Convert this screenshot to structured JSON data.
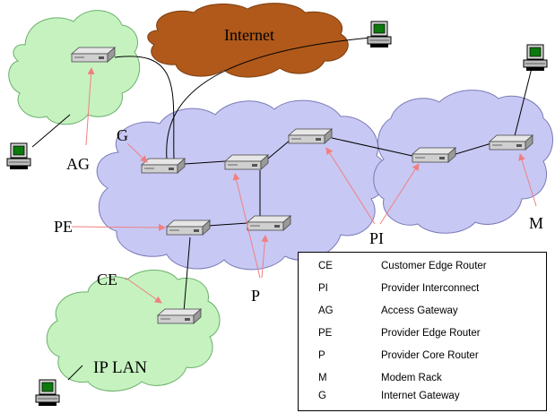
{
  "clouds": {
    "internet": "Internet",
    "ip_lan": "IP LAN"
  },
  "labels": {
    "ag": "AG",
    "g": "G",
    "pe": "PE",
    "ce": "CE",
    "p": "P",
    "pi": "PI",
    "m": "M"
  },
  "legend": {
    "items": [
      {
        "abbr": "CE",
        "desc": "Customer Edge Router"
      },
      {
        "abbr": "PI",
        "desc": "Provider Interconnect"
      },
      {
        "abbr": "AG",
        "desc": "Access Gateway"
      },
      {
        "abbr": "PE",
        "desc": "Provider Edge Router"
      },
      {
        "abbr": "P",
        "desc": "Provider Core Router"
      },
      {
        "abbr": "M",
        "desc": "Modem Rack"
      },
      {
        "abbr": "G",
        "desc": "Internet Gateway"
      }
    ]
  },
  "colors": {
    "internet_cloud": "#b0591a",
    "provider_cloud": "#c8c8f4",
    "access_cloud": "#c6f2c0",
    "arrow": "#f08080"
  }
}
